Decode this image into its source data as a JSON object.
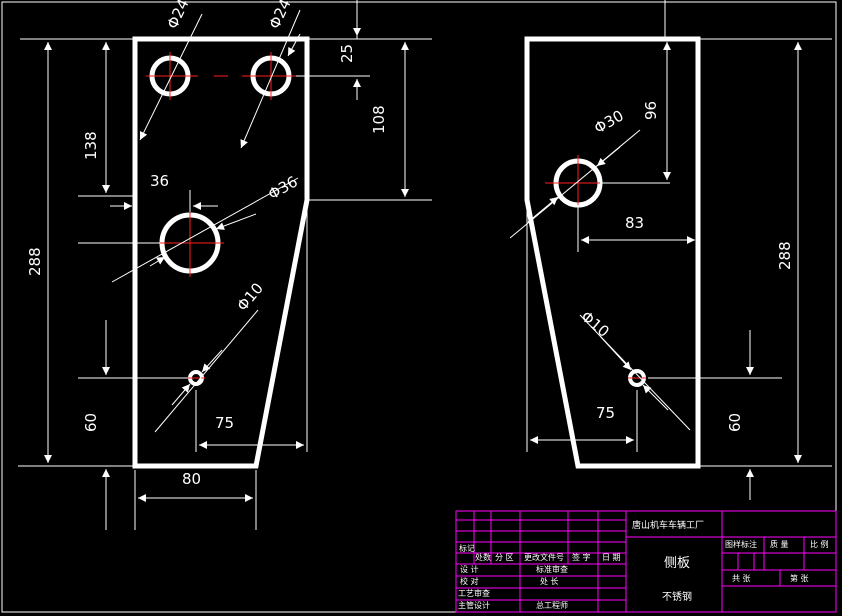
{
  "left_view": {
    "dims": {
      "phi24_a": "Φ24",
      "phi24_b": "Φ24",
      "d25": "25",
      "d108": "108",
      "d138": "138",
      "d36": "36",
      "phi36": "Φ36",
      "d288": "288",
      "phi10": "Φ10",
      "d60": "60",
      "d75": "75",
      "d80": "80"
    }
  },
  "right_view": {
    "dims": {
      "phi30": "Φ30",
      "d96": "96",
      "d83": "83",
      "d288": "288",
      "phi10": "Φ10",
      "d75": "75",
      "d60": "60"
    }
  },
  "title_block": {
    "company": "唐山机车车辆工厂",
    "part_name": "侧板",
    "material": "不锈钢",
    "mark_label": "标记",
    "count_label": "处数",
    "zone_label": "分 区",
    "change_doc_label": "更改文件号",
    "sign_label": "签 字",
    "date_label": "日 期",
    "design_label": "设 计",
    "standard_review_label": "标准审查",
    "check_label": "校 对",
    "chief_label": "处 长",
    "process_review_label": "工艺审查",
    "lead_design_label": "主管设计",
    "chief_engineer_label": "总工程师",
    "sample_mark_label": "图样标注",
    "mass_label": "质 量",
    "scale_label": "比 例",
    "total_sheets_label": "共 张",
    "sheet_no_label": "第 张"
  },
  "colors": {
    "background": "#000000",
    "outline": "#ffffff",
    "centerline": "#ff0000",
    "title_frame": "#ff00ff"
  }
}
